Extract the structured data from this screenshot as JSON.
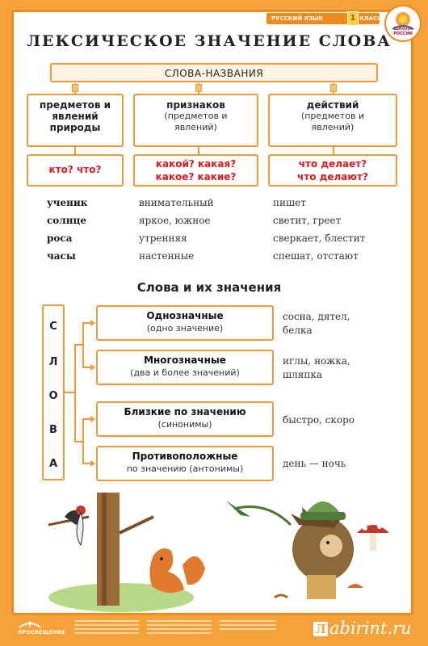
{
  "header": {
    "subject": "РУССКИЙ ЯЗЫК",
    "grade": "1",
    "grade_label": "КЛАСС",
    "publisher_logo_text": "ШКОЛА РОССИИ"
  },
  "title": "ЛЕКСИЧЕСКОЕ ЗНАЧЕНИЕ СЛОВА",
  "category_header": "СЛОВА-НАЗВАНИЯ",
  "categories": [
    {
      "title": "предметов и явлений природы",
      "subtitle": "",
      "question": "кто? что?",
      "words": [
        "ученик",
        "солнце",
        "роса",
        "часы"
      ]
    },
    {
      "title": "признаков",
      "subtitle": "(предметов и явлений)",
      "question": "какой? какая? какое? какие?",
      "words": [
        "внимательный",
        "яркое, южное",
        "утренняя",
        "настенные"
      ]
    },
    {
      "title": "действий",
      "subtitle": "(предметов и явлений)",
      "question": "что делает? что делают?",
      "words": [
        "пишет",
        "светит, греет",
        "сверкает, блестит",
        "спешат, отстают"
      ]
    }
  ],
  "meanings_heading": "Слова и их значения",
  "vertical_word": [
    "С",
    "Л",
    "О",
    "В",
    "А"
  ],
  "meanings": [
    {
      "type": "Однозначные",
      "desc": "(одно значение)",
      "examples": "сосна, дятел, белка"
    },
    {
      "type": "Многозначные",
      "desc": "(два и более значений)",
      "examples": "иглы, ножка, шляпка"
    },
    {
      "type": "Близкие по значению",
      "desc": "(синонимы)",
      "examples": "быстро, скоро"
    },
    {
      "type": "Противоположные",
      "desc": "по значению (антонимы)",
      "examples": "день — ночь"
    }
  ],
  "footer": {
    "publisher": "ПРОСВЕЩЕНИЕ",
    "watermark": "abirint.ru"
  },
  "colors": {
    "orange": "#f29a3b",
    "red": "#e0191e",
    "background": "#f6a23a"
  }
}
